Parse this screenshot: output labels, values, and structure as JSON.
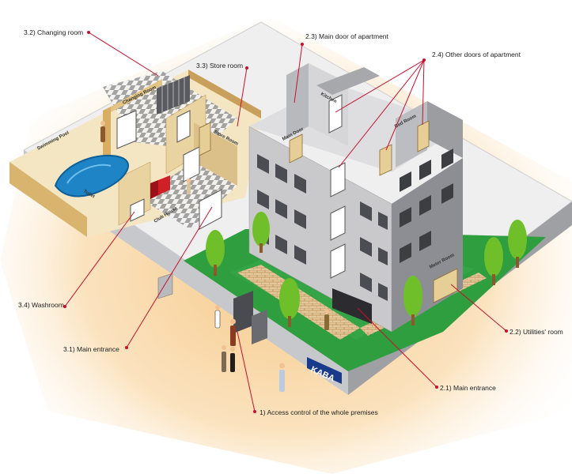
{
  "callouts": {
    "c1": "1) Access control of the whole premises",
    "c21": "2.1) Main entrance",
    "c22": "2.2) Utilities' room",
    "c23": "2.3) Main door of apartment",
    "c24": "2.4) Other doors of apartment",
    "c31": "3.1) Main entrance",
    "c32": "3.2) Changing room",
    "c33": "3.3) Store room",
    "c34": "3.4) Washroom"
  },
  "room_labels": {
    "changing_room": "Changing Room",
    "store_room": "Store Room",
    "swimming_pool": "Swimming Pool",
    "toilet": "Toilet",
    "club_house": "Club House",
    "kitchen": "Kitchen",
    "main_door": "Main Door",
    "bed_room": "Bed Room",
    "meter_room": "Meter Room"
  },
  "brand": {
    "logo_text": "KABA"
  },
  "colors": {
    "accent": "#c8102e",
    "grass": "#2f9e3f",
    "building_light": "#c9c9cc",
    "building_dark": "#8d8e93",
    "floor_glow": "#f7cf94",
    "wood": "#e2c98f",
    "pool": "#1f84c6"
  }
}
